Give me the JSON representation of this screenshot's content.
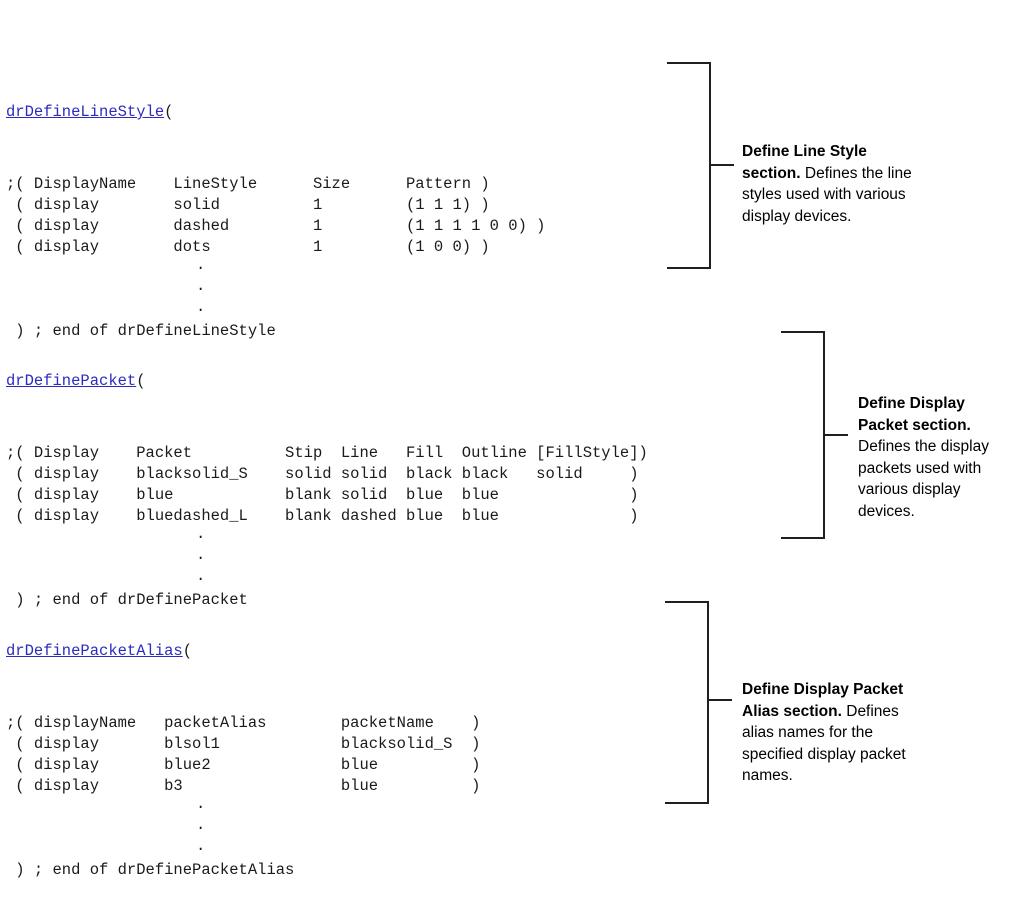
{
  "page": {
    "title": "Display Resource File Sections",
    "background_color": "#ffffff",
    "code_color": "#1a1a1a",
    "function_name_color": "#2b2bbf",
    "bracket_color": "#231f20"
  },
  "sections": [
    {
      "id": "define-line-style",
      "function_name": "drDefineLineStyle",
      "open_paren": "(",
      "header_line": ";( DisplayName    LineStyle      Size      Pattern )",
      "rows": [
        " ( display        solid          1         (1 1 1) )",
        " ( display        dashed         1         (1 1 1 1 0 0) )",
        " ( display        dots           1         (1 0 0) )"
      ],
      "columns": [
        "DisplayName",
        "LineStyle",
        "Size",
        "Pattern"
      ],
      "entries": [
        {
          "DisplayName": "display",
          "LineStyle": "solid",
          "Size": "1",
          "Pattern": "(1 1 1)"
        },
        {
          "DisplayName": "display",
          "LineStyle": "dashed",
          "Size": "1",
          "Pattern": "(1 1 1 1 0 0)"
        },
        {
          "DisplayName": "display",
          "LineStyle": "dots",
          "Size": "1",
          "Pattern": "(1 0 0)"
        }
      ],
      "ellipsis": "·",
      "end_line": " ) ; end of drDefineLineStyle",
      "callout": {
        "lead": "Define Line Style section.",
        "body": " Defines the line styles used with various display devices."
      }
    },
    {
      "id": "define-packet",
      "function_name": "drDefinePacket",
      "open_paren": "(",
      "header_line": ";( Display    Packet          Stip  Line   Fill  Outline [FillStyle])",
      "rows": [
        " ( display    blacksolid_S    solid solid  black black   solid     )",
        " ( display    blue            blank solid  blue  blue              )",
        " ( display    bluedashed_L    blank dashed blue  blue              )"
      ],
      "columns": [
        "Display",
        "Packet",
        "Stip",
        "Line",
        "Fill",
        "Outline",
        "[FillStyle]"
      ],
      "entries": [
        {
          "Display": "display",
          "Packet": "blacksolid_S",
          "Stip": "solid",
          "Line": "solid",
          "Fill": "black",
          "Outline": "black",
          "FillStyle": "solid"
        },
        {
          "Display": "display",
          "Packet": "blue",
          "Stip": "blank",
          "Line": "solid",
          "Fill": "blue",
          "Outline": "blue",
          "FillStyle": ""
        },
        {
          "Display": "display",
          "Packet": "bluedashed_L",
          "Stip": "blank",
          "Line": "dashed",
          "Fill": "blue",
          "Outline": "blue",
          "FillStyle": ""
        }
      ],
      "ellipsis": "·",
      "end_line": " ) ; end of drDefinePacket",
      "callout": {
        "lead": "Define Display Packet section.",
        "body": " Defines the display packets used with various display devices."
      }
    },
    {
      "id": "define-packet-alias",
      "function_name": "drDefinePacketAlias",
      "open_paren": "(",
      "header_line": ";( displayName   packetAlias        packetName    )",
      "rows": [
        " ( display       blsol1             blacksolid_S  )",
        " ( display       blue2              blue          )",
        " ( display       b3                 blue          )"
      ],
      "columns": [
        "displayName",
        "packetAlias",
        "packetName"
      ],
      "entries": [
        {
          "displayName": "display",
          "packetAlias": "blsol1",
          "packetName": "blacksolid_S"
        },
        {
          "displayName": "display",
          "packetAlias": "blue2",
          "packetName": "blue"
        },
        {
          "displayName": "display",
          "packetAlias": "b3",
          "packetName": "blue"
        }
      ],
      "ellipsis": "·",
      "end_line": " ) ; end of drDefinePacketAlias",
      "callout": {
        "lead": "Define Display Packet Alias section.",
        "body": " Defines alias names for the specified display packet names."
      }
    }
  ]
}
